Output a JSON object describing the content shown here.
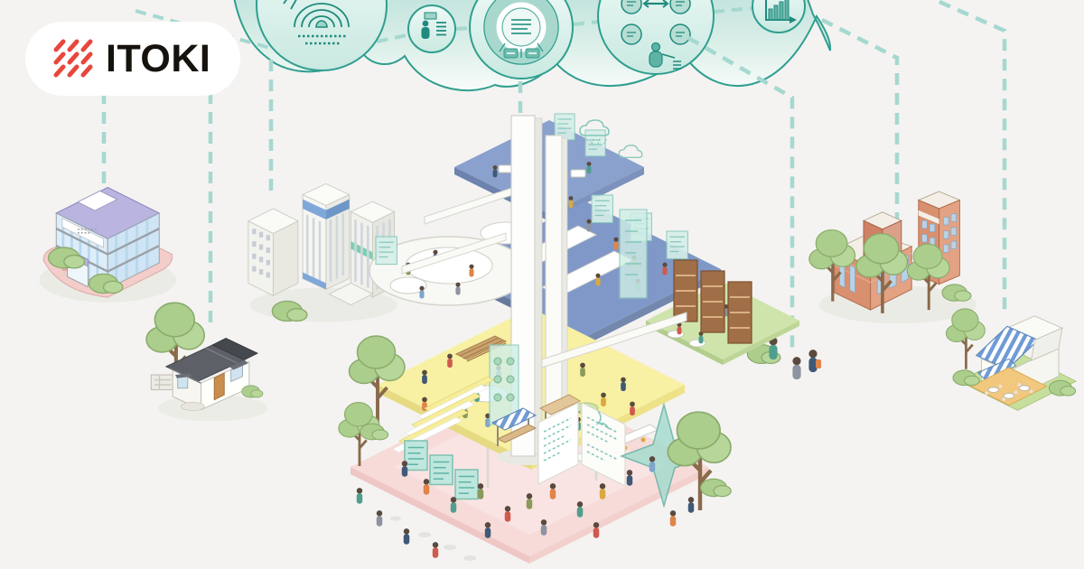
{
  "meta": {
    "background_color": "#f4f3f1",
    "image_type": "brand-concept-illustration"
  },
  "logo": {
    "text": "ITOKI",
    "container": "white-pill",
    "mark": "red-diagonal-dashes-3x3",
    "mark_color": "#e8473b",
    "text_color": "#16130f",
    "pill_color": "#ffffff"
  },
  "cloud": {
    "outline_color": "#2f9e8f",
    "fill_gradient": [
      "#b9e0d9",
      "#ffffff"
    ],
    "connector_style": "dashed",
    "connector_color": "#a5d8d0",
    "icons": [
      {
        "name": "amphitheater-icon"
      },
      {
        "name": "presenter-icon"
      },
      {
        "name": "ring-diagram-icon"
      },
      {
        "name": "exchange-icon"
      },
      {
        "name": "growth-chart-icon"
      }
    ]
  },
  "connections": [
    {
      "from": "cloud",
      "to": "office-building"
    },
    {
      "from": "cloud",
      "to": "city-buildings"
    },
    {
      "from": "cloud",
      "to": "house"
    },
    {
      "from": "cloud",
      "to": "central-hub"
    },
    {
      "from": "cloud",
      "to": "visitors"
    },
    {
      "from": "cloud",
      "to": "school"
    },
    {
      "from": "cloud",
      "to": "cafe"
    }
  ],
  "illustration": {
    "central_hub": {
      "column_color": "#fdfdfb",
      "glass_color": "#cfeee7",
      "floors": [
        {
          "name": "rooftop-floor",
          "color": "#8aa0cd"
        },
        {
          "name": "office-floor",
          "color": "#8098c8"
        },
        {
          "name": "lab-wing",
          "color": "#f8f8f4"
        },
        {
          "name": "event-floor",
          "color": "#cfe4ab"
        },
        {
          "name": "market-floor",
          "color": "#f8f0a2"
        },
        {
          "name": "plaza-floor",
          "color": "#f7dbd9"
        }
      ]
    },
    "buildings": [
      {
        "name": "office-building",
        "roof_color": "#b9b5e0",
        "glass_color": "#ddeefa"
      },
      {
        "name": "city-buildings",
        "accent_colors": [
          "#7fa8d9",
          "#7fcfb2"
        ]
      },
      {
        "name": "house",
        "roof_color": "#5d6167",
        "door_color": "#c98d4e"
      },
      {
        "name": "school",
        "brick_color": "#d8906f",
        "trim_color": "#f3efe6"
      },
      {
        "name": "cafe",
        "awning_color": "#6f9bd6",
        "terrace_color": "#f2c87f",
        "lawn_color": "#c6df9c"
      }
    ],
    "people_colors": [
      "#3f5977",
      "#4f9e8e",
      "#e0854a",
      "#cf5a4e",
      "#8a9a5b",
      "#8d93a0",
      "#d9a83f",
      "#7fa6c9"
    ],
    "greenery_color": "#abce8c"
  }
}
